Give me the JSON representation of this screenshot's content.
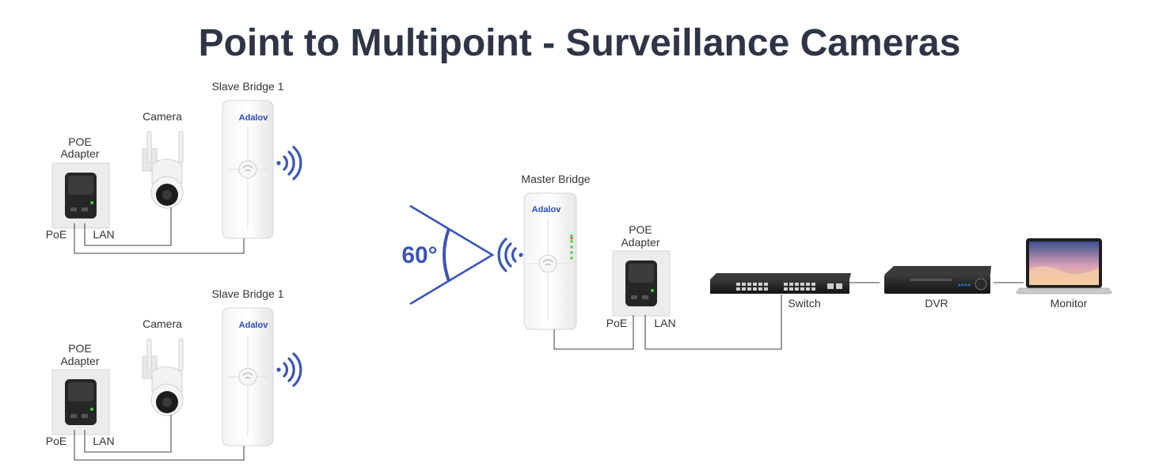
{
  "title": "Point to Multipoint - Surveillance Cameras",
  "colors": {
    "accent": "#3a55b8",
    "title": "#2f3446",
    "line": "#666666"
  },
  "groups": [
    {
      "slave_bridge": {
        "label": "Slave Bridge 1",
        "brand": "Adalov"
      },
      "camera": {
        "label": "Camera"
      },
      "poe_adapter": {
        "label_line1": "POE",
        "label_line2": "Adapter",
        "port_poe": "PoE",
        "port_lan": "LAN"
      }
    },
    {
      "slave_bridge": {
        "label": "Slave Bridge 1",
        "brand": "Adalov"
      },
      "camera": {
        "label": "Camera"
      },
      "poe_adapter": {
        "label_line1": "POE",
        "label_line2": "Adapter",
        "port_poe": "PoE",
        "port_lan": "LAN"
      }
    }
  ],
  "master": {
    "label": "Master Bridge",
    "brand": "Adalov",
    "beam_angle": "60°",
    "poe_adapter": {
      "label_line1": "POE",
      "label_line2": "Adapter",
      "port_poe": "PoE",
      "port_lan": "LAN"
    }
  },
  "devices": {
    "switch": {
      "label": "Switch"
    },
    "dvr": {
      "label": "DVR"
    },
    "monitor": {
      "label": "Monitor"
    }
  },
  "icons": [
    "wifi-signal-icon",
    "bridge-logo-icon",
    "camera-icon",
    "poe-adapter-icon",
    "network-switch-icon",
    "dvr-icon",
    "laptop-monitor-icon"
  ]
}
